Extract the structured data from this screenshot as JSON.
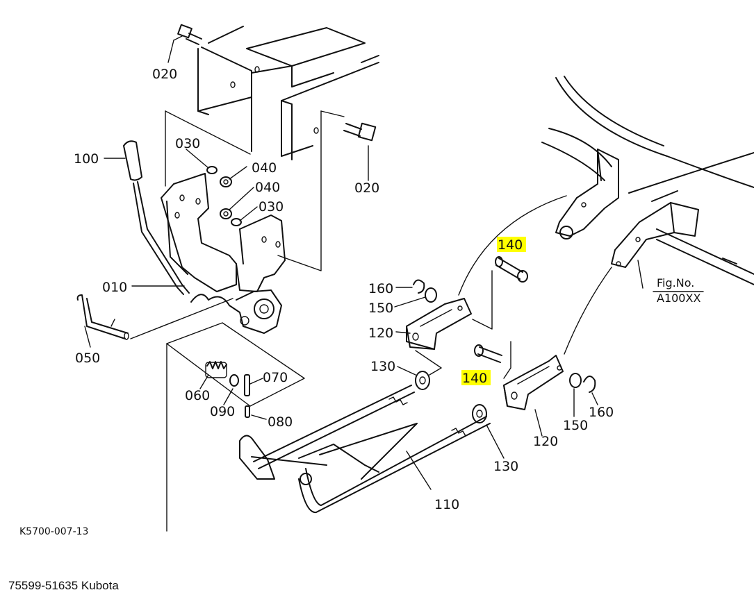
{
  "drawing_number": "K5700-007-13",
  "caption": "75599-51635 Kubota",
  "fig_ref": {
    "line1": "Fig.No.",
    "line2": "A100XX"
  },
  "callouts": {
    "c020a": "020",
    "c020b": "020",
    "c030a": "030",
    "c030b": "030",
    "c040a": "040",
    "c040b": "040",
    "c100": "100",
    "c010": "010",
    "c050": "050",
    "c060": "060",
    "c090": "090",
    "c070": "070",
    "c080": "080",
    "c160a": "160",
    "c150a": "150",
    "c120a": "120",
    "c130a": "130",
    "c140a": "140",
    "c140b": "140",
    "c150b": "150",
    "c160b": "160",
    "c120b": "120",
    "c130b": "130",
    "c110": "110"
  },
  "highlighted_part": "140",
  "colors": {
    "highlight": "#ffff00",
    "ink": "#111111"
  }
}
